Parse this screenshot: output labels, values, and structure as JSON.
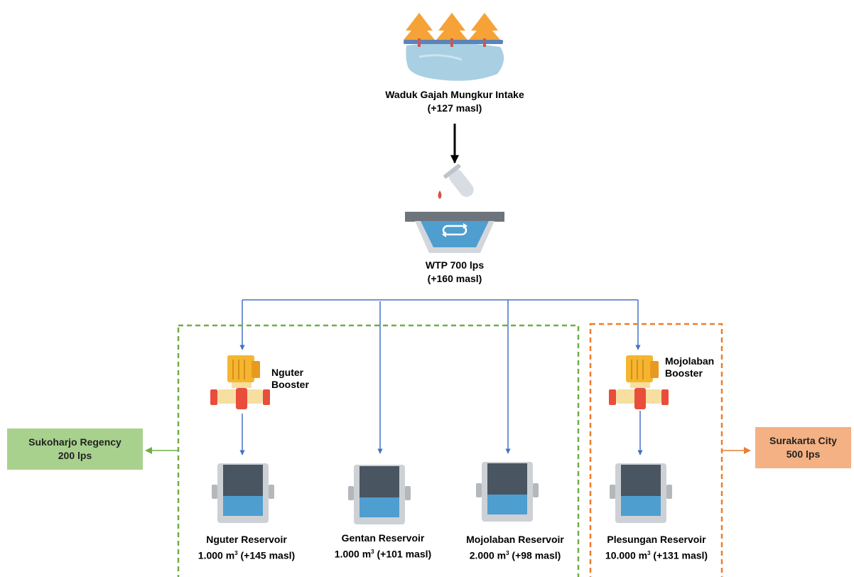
{
  "nodes": {
    "intake": {
      "name": "Waduk Gajah Mungkur Intake",
      "elevation": "(+127 masl)"
    },
    "wtp": {
      "name": "WTP 700 lps",
      "elevation": "(+160 masl)"
    },
    "nguter_booster": {
      "line1": "Nguter",
      "line2": "Booster"
    },
    "mojolaban_booster": {
      "line1": "Mojolaban",
      "line2": "Booster"
    },
    "reservoirs": [
      {
        "name": "Nguter Reservoir",
        "capacity": "1.000 m",
        "sup": "3",
        "elevation": " (+145 masl)"
      },
      {
        "name": "Gentan Reservoir",
        "capacity": "1.000 m",
        "sup": "3",
        "elevation": " (+101 masl)"
      },
      {
        "name": "Mojolaban Reservoir",
        "capacity": "2.000 m",
        "sup": "3",
        "elevation": " (+98 masl)"
      },
      {
        "name": "Plesungan Reservoir",
        "capacity": "10.000 m",
        "sup": "3",
        "elevation": " (+131 masl)"
      }
    ],
    "sukoharjo": {
      "name": "Sukoharjo Regency",
      "flow": "200 lps"
    },
    "surakarta": {
      "name": "Surakarta City",
      "flow": "500 lps"
    }
  },
  "colors": {
    "flow_line": "#4472c4",
    "green_group": "#70ad47",
    "orange_group": "#ed7d31",
    "sukoharjo_fill": "#a9d18e",
    "surakarta_fill": "#f4b183"
  }
}
